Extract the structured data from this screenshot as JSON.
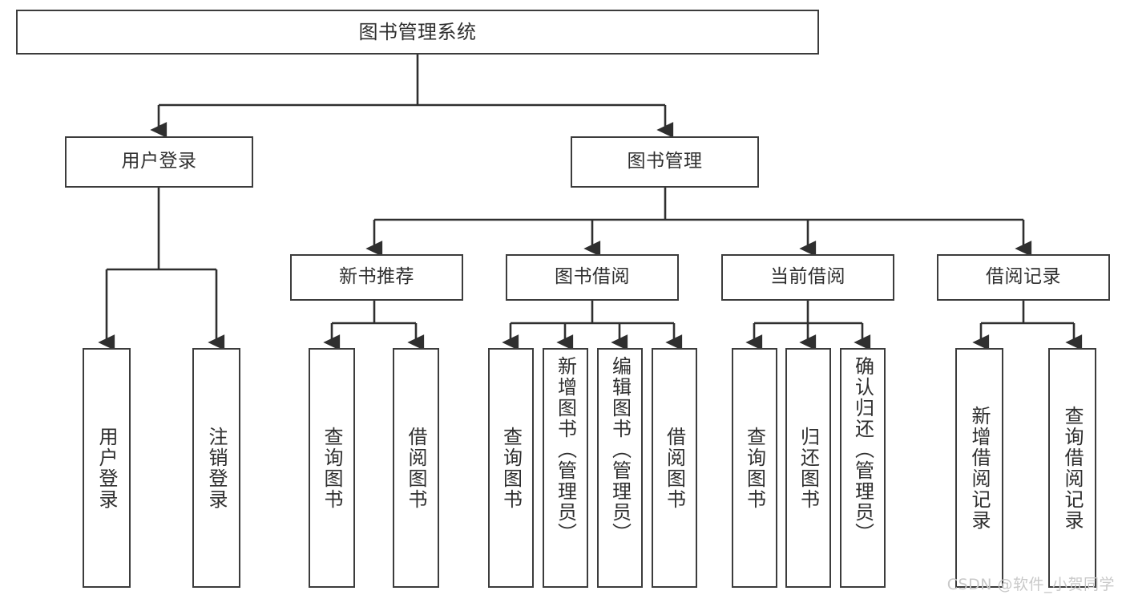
{
  "diagram": {
    "title": "图书管理系统",
    "type": "tree-hierarchy",
    "colors": {
      "background": "#ffffff",
      "node_border": "#3c3c3c",
      "node_fill": "#ffffff",
      "text": "#2f2f2f",
      "edge": "#2f2f2f",
      "watermark": "#c9c9c9"
    },
    "root": {
      "label": "图书管理系统"
    },
    "level2": [
      {
        "label": "用户登录"
      },
      {
        "label": "图书管理"
      }
    ],
    "level3": [
      {
        "label": "新书推荐"
      },
      {
        "label": "图书借阅"
      },
      {
        "label": "当前借阅"
      },
      {
        "label": "借阅记录"
      }
    ],
    "leaves": {
      "user_login": [
        {
          "label": "用户登录"
        },
        {
          "label": "注销登录"
        }
      ],
      "new_book_recommend": [
        {
          "label": "查询图书"
        },
        {
          "label": "借阅图书"
        }
      ],
      "book_borrow": [
        {
          "label": "查询图书"
        },
        {
          "label": "新增图书（管理员）"
        },
        {
          "label": "编辑图书（管理员）"
        },
        {
          "label": "借阅图书"
        }
      ],
      "current_borrow": [
        {
          "label": "查询图书"
        },
        {
          "label": "归还图书"
        },
        {
          "label": "确认归还（管理员）"
        }
      ],
      "borrow_record": [
        {
          "label": "新增借阅记录"
        },
        {
          "label": "查询借阅记录"
        }
      ]
    },
    "watermark": "CSDN @软件_小贺同学"
  }
}
